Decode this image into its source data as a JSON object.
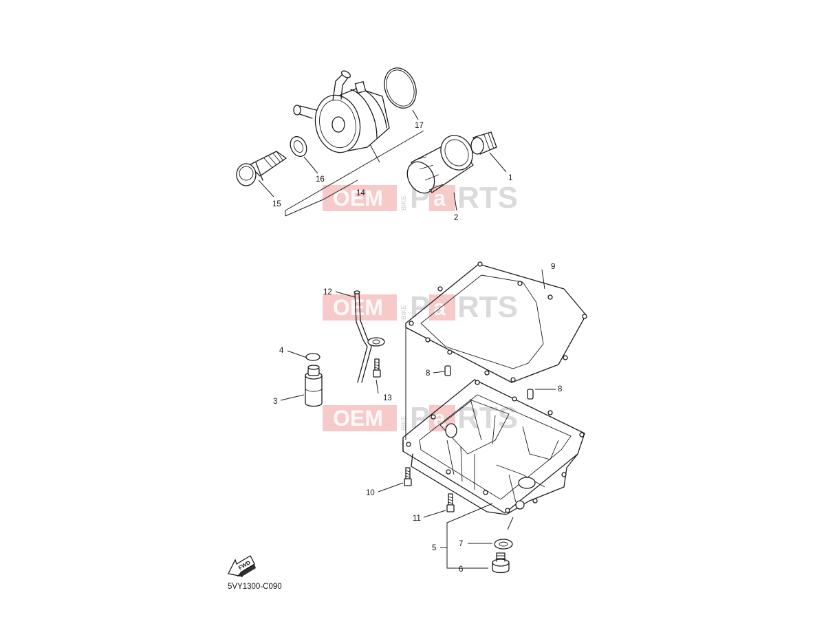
{
  "diagram": {
    "code": "5VY1300-C090",
    "fwd_label": "FWD",
    "watermark": {
      "left": "OEM",
      "side": "BIKE",
      "right_a": "P",
      "right_b": "a",
      "right_c": "RTS"
    },
    "callouts": {
      "c1": "1",
      "c2": "2",
      "c3": "3",
      "c4": "4",
      "c5": "5",
      "c6": "6",
      "c7": "7",
      "c8a": "8",
      "c8b": "8",
      "c9": "9",
      "c10": "10",
      "c11": "11",
      "c12": "12",
      "c13": "13",
      "c14": "14",
      "c15": "15",
      "c16": "16",
      "c17": "17"
    }
  }
}
